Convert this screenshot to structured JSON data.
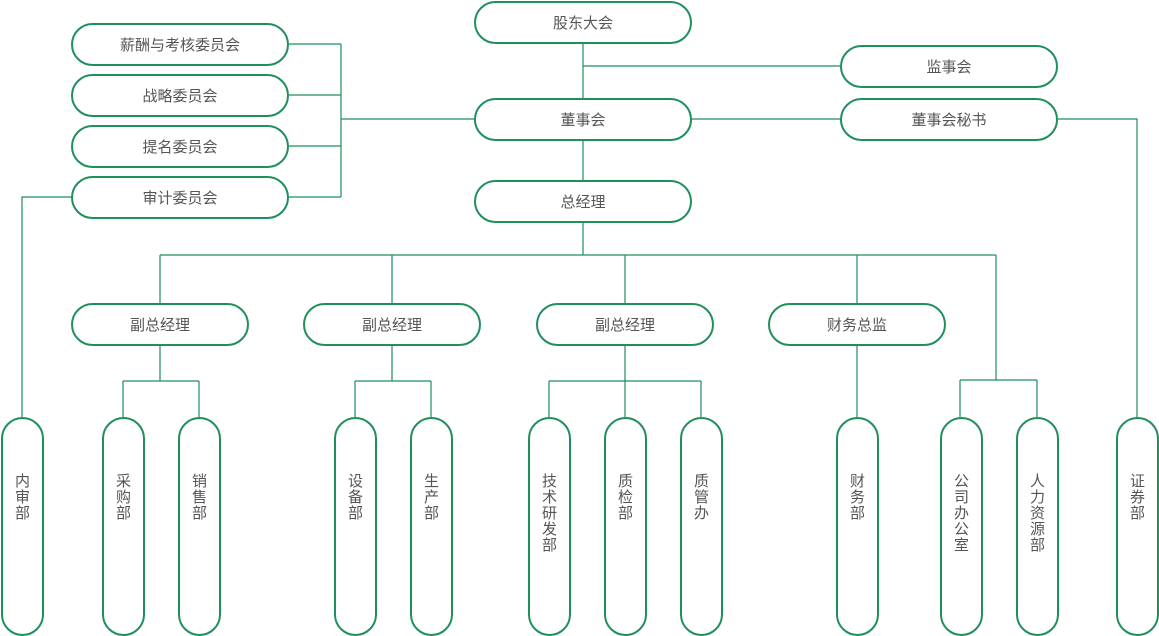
{
  "top": {
    "shareholders": "股东大会",
    "supervisors": "监事会",
    "board": "董事会",
    "secretary": "董事会秘书",
    "gm": "总经理"
  },
  "committees": [
    "薪酬与考核委员会",
    "战略委员会",
    "提名委员会",
    "审计委员会"
  ],
  "vps": [
    "副总经理",
    "副总经理",
    "副总经理",
    "财务总监"
  ],
  "departments": [
    "内审部",
    "采购部",
    "销售部",
    "设备部",
    "生产部",
    "技术研发部",
    "质检部",
    "质管办",
    "财务部",
    "公司办公室",
    "人力资源部",
    "证券部"
  ],
  "colors": {
    "line": "#1f8f5c",
    "text": "#555555"
  }
}
